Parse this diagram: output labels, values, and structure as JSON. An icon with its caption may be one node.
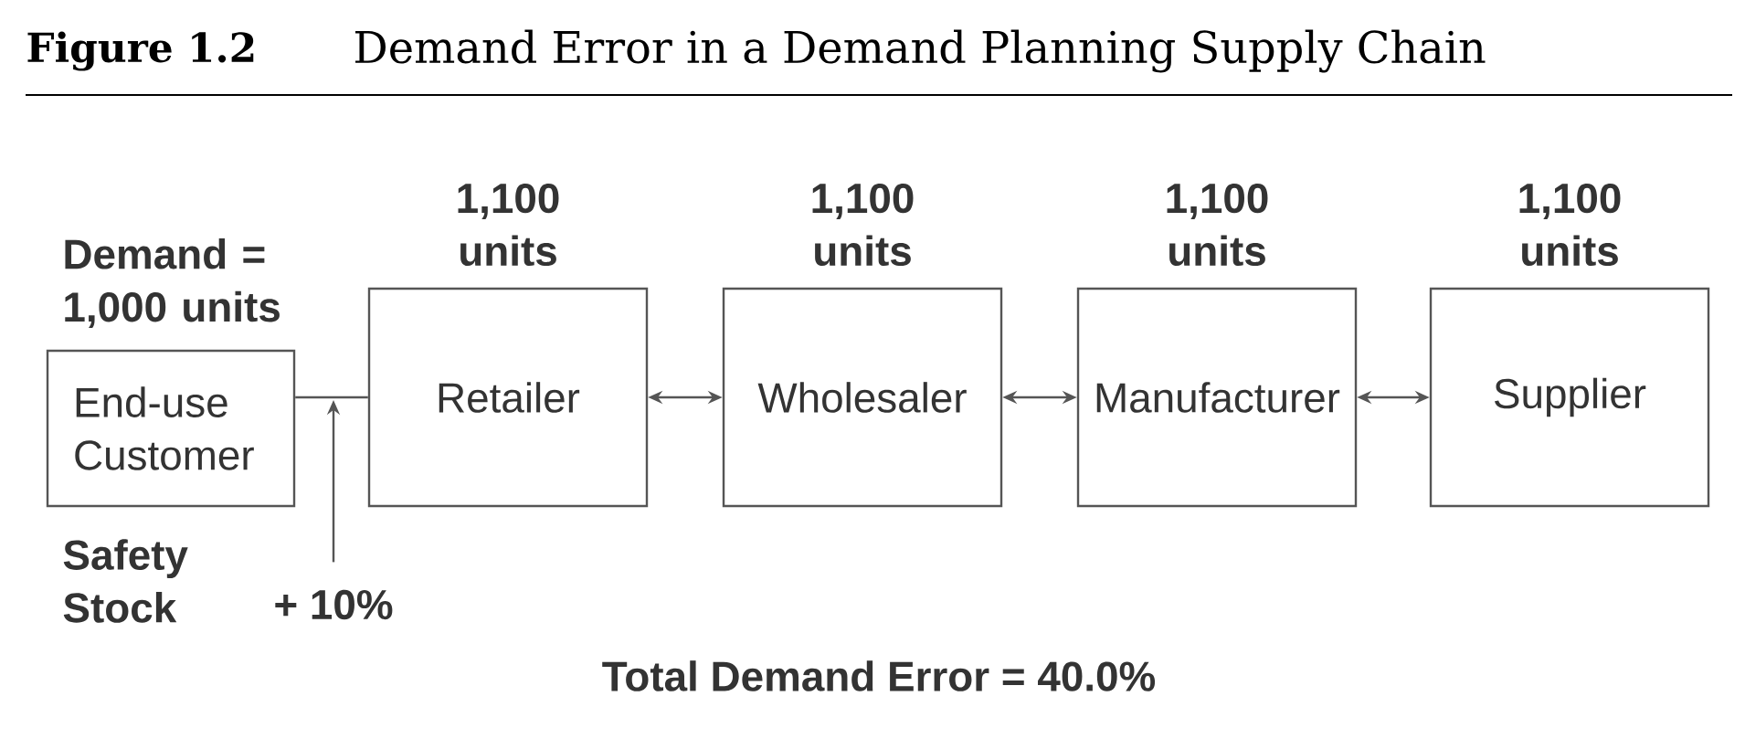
{
  "diagram": {
    "title": "Demand Error in a Demand Planning Supply Chain",
    "nodes": [
      {
        "text": [
          "End-use Customer"
        ],
        "beside": [
          "Demand = 1,000 units"
        ]
      },
      {
        "text": [
          "Retailer"
        ],
        "beside": [
          "1,100 units"
        ]
      },
      {
        "text": [
          "Wholesaler"
        ],
        "beside": [
          "1,100 units"
        ]
      },
      {
        "text": [
          "Manufacturer"
        ],
        "beside": [
          "1,100 units"
        ]
      },
      {
        "text": [
          "Supplier"
        ],
        "beside": [
          "1,100 units"
        ]
      },
      {
        "text": [
          "+ 10%"
        ]
      }
    ],
    "edges": [
      {
        "from": 0,
        "to": 1,
        "arrow": "none"
      },
      {
        "from": 1,
        "to": 2,
        "arrow": "both"
      },
      {
        "from": 2,
        "to": 3,
        "arrow": "both"
      },
      {
        "from": 3,
        "to": 4,
        "arrow": "both"
      },
      {
        "from": 5,
        "to": null,
        "arrow": "to"
      }
    ],
    "labels": [
      "Figure 1.2",
      "Safety Stock",
      "Total Demand Error = 40.0%"
    ]
  }
}
